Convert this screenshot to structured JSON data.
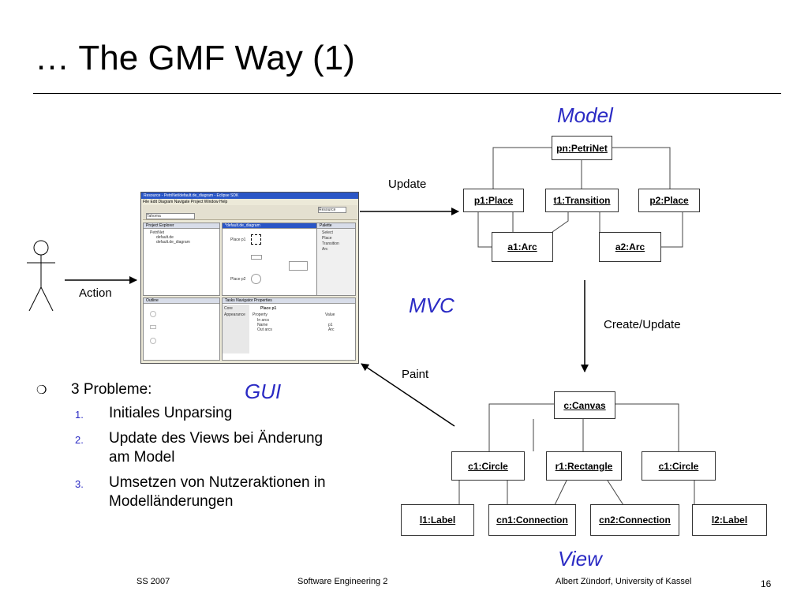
{
  "slide": {
    "title": "… The GMF Way (1)"
  },
  "labels": {
    "update": "Update",
    "action": "Action",
    "paint": "Paint",
    "create_update": "Create/Update",
    "model": "Model",
    "mvc": "MVC",
    "gui": "GUI",
    "view": "View"
  },
  "model_objects": {
    "petrinet": "pn:PetriNet",
    "place1": "p1:Place",
    "transition": "t1:Transition",
    "place2": "p2:Place",
    "arc1": "a1:Arc",
    "arc2": "a2:Arc"
  },
  "view_objects": {
    "canvas": "c:Canvas",
    "circle_left": "c1:Circle",
    "rectangle": "r1:Rectangle",
    "circle_right": "c1:Circle",
    "label1": "l1:Label",
    "connection1": "cn1:Connection",
    "connection2": "cn2:Connection",
    "label2": "l2:Label"
  },
  "bullets": {
    "marker": "❍",
    "heading": "3 Probleme:",
    "items": [
      {
        "num": "1.",
        "text": "Initiales Unparsing"
      },
      {
        "num": "2.",
        "text": "Update des Views bei Änderung am Model"
      },
      {
        "num": "3.",
        "text": "Umsetzen von Nutzeraktionen in Modelländerungen"
      }
    ]
  },
  "footer": {
    "date": "SS 2007",
    "course": "Software Engineering 2",
    "author": "Albert Zündorf, University of Kassel",
    "page": "16"
  },
  "screenshot": {
    "window_title": "Resource - PetriNet/default.de_diagram - Eclipse SDK",
    "menu": "File   Edit   Diagram   Navigate   Project   Window   Help",
    "font_field": "Tahoma",
    "perspective": "Resource",
    "project_explorer": "Project Explorer",
    "tree": [
      "PetriNet",
      "default.de",
      "default.de_diagram"
    ],
    "editor_tab": "*default.de_diagram",
    "palette": "Palette",
    "palette_items": [
      "Select",
      "Place",
      "Transition",
      "Arc"
    ],
    "canvas_labels": [
      "Place p1",
      "Place p2"
    ],
    "outline": "Outline",
    "bottom_tabs": "Tasks   Navigator   Properties",
    "properties_title": "Place p1",
    "prop_sections": [
      "Core",
      "Appearance"
    ],
    "prop_header": [
      "Property",
      "Value"
    ],
    "prop_rows": [
      [
        "In arcs",
        ""
      ],
      [
        "Name",
        "p1"
      ],
      [
        "Out arcs",
        "Arc"
      ]
    ]
  }
}
